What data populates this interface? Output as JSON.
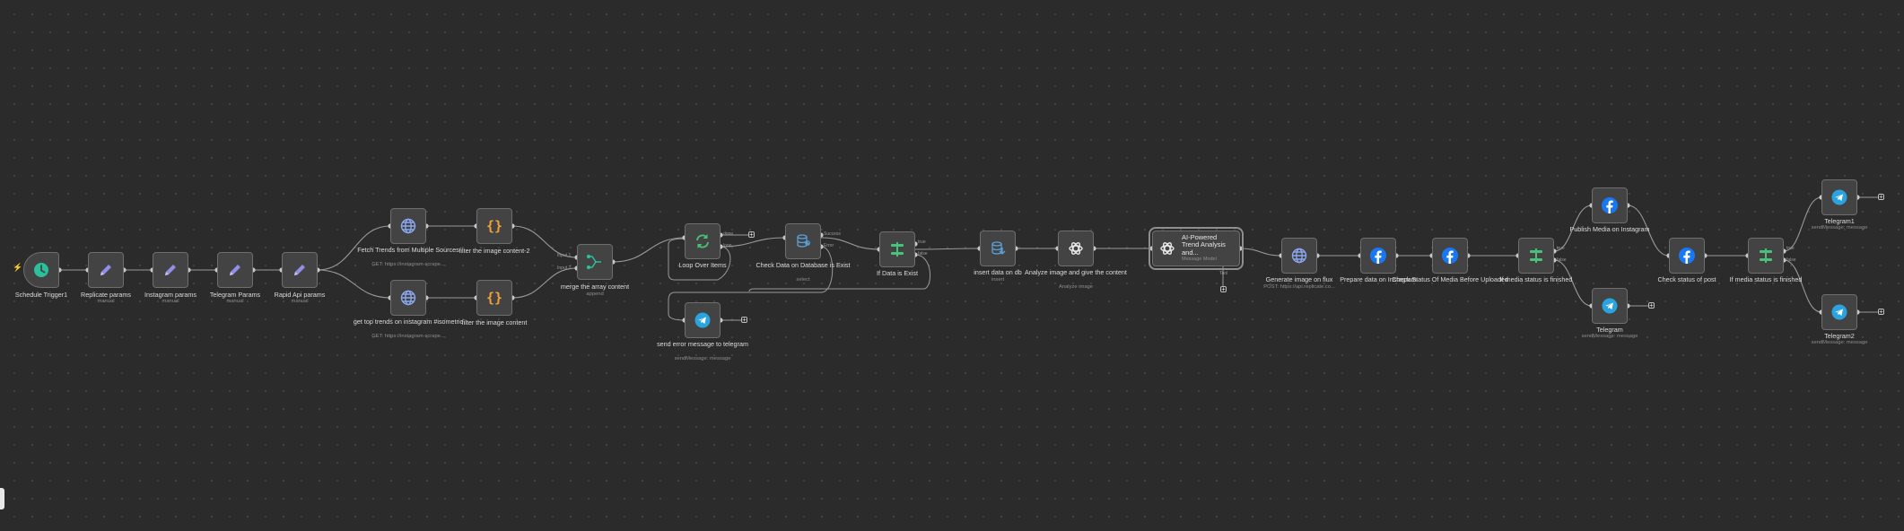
{
  "canvas": {
    "background": "#2b2b2b",
    "dot_color": "#474747"
  },
  "nodes": {
    "schedule_trigger": {
      "title": "Schedule Trigger1",
      "icon": "clock-icon"
    },
    "replicate_params": {
      "title": "Replicate params",
      "subtitle": "manual",
      "icon": "pencil-icon"
    },
    "instagram_params": {
      "title": "Instagram params",
      "subtitle": "manual",
      "icon": "pencil-icon"
    },
    "telegram_params": {
      "title": "Telegram Params",
      "subtitle": "manual",
      "icon": "pencil-icon"
    },
    "rapid_api_params": {
      "title": "Rapid Api params",
      "subtitle": "manual",
      "icon": "pencil-icon"
    },
    "fetch_trends": {
      "title": "Fetch Trends from Multiple Sources",
      "subtitle": "GET: https://instagram-scrape...",
      "icon": "globe-icon"
    },
    "get_top_trends": {
      "title": "get top trends on instagram #isometric",
      "subtitle": "GET: https://instagram-scrape...",
      "icon": "globe-icon"
    },
    "filter_image_content_2": {
      "title": "filter the image content-2",
      "icon": "braces-icon"
    },
    "filter_image_content": {
      "title": "filter the image content",
      "icon": "braces-icon"
    },
    "merge_array": {
      "title": "merge the array content",
      "subtitle": "append",
      "icon": "merge-icon",
      "input_labels": [
        "Input 1",
        "Input 2"
      ]
    },
    "loop_over_items": {
      "title": "Loop Over Items",
      "icon": "loop-icon",
      "output_labels": [
        "done",
        "loop"
      ]
    },
    "check_data": {
      "title": "Check Data on Database is Exist",
      "subtitle": "select",
      "icon": "database-icon",
      "output_labels": [
        "Success",
        "Error"
      ]
    },
    "if_data_exist": {
      "title": "If Data is Exist",
      "icon": "if-icon",
      "output_labels": [
        "true",
        "false"
      ]
    },
    "send_error": {
      "title": "send error message to telegram",
      "subtitle": "sendMessage: message",
      "icon": "telegram-icon"
    },
    "insert_data": {
      "title": "insert data on db",
      "subtitle": "insert",
      "icon": "database-icon"
    },
    "analyze_image": {
      "title": "Analyze image and give the content",
      "subtitle": "Analyze image",
      "icon": "openai-icon"
    },
    "ai_trend": {
      "title": "AI-Powered Trend Analysis and...",
      "subtitle": "Message Model",
      "icon": "openai-icon",
      "connector_label": "Tool"
    },
    "generate_image": {
      "title": "Generate image on flux",
      "subtitle": "POST: https://api.replicate.co...",
      "icon": "globe-icon"
    },
    "prepare_data": {
      "title": "Prepare data on Instagram",
      "icon": "facebook-icon"
    },
    "check_status_media": {
      "title": "Check Status Of Media Before Uploaded",
      "icon": "facebook-icon"
    },
    "if_media_1": {
      "title": "If media status is finished",
      "icon": "if-icon",
      "output_labels": [
        "true",
        "false"
      ]
    },
    "publish_media": {
      "title": "Publish Media on Instagram",
      "icon": "facebook-icon"
    },
    "telegram": {
      "title": "Telegram",
      "subtitle": "sendMessage: message",
      "icon": "telegram-icon"
    },
    "check_status_post": {
      "title": "Check status of post",
      "icon": "facebook-icon"
    },
    "if_media_2": {
      "title": "If media status is finished",
      "icon": "if-icon",
      "output_labels": [
        "true",
        "false"
      ]
    },
    "telegram1": {
      "title": "Telegram1",
      "subtitle": "sendMessage: message",
      "icon": "telegram-icon"
    },
    "telegram2": {
      "title": "Telegram2",
      "subtitle": "sendMessage: message",
      "icon": "telegram-icon"
    }
  },
  "colors": {
    "pencil": "#8f8fe6",
    "globe": "#8aa7f0",
    "braces": "#f0a23a",
    "teal": "#2bbf9a",
    "green": "#48c278",
    "facebook": "#1877f2",
    "telegram": "#2aa3de",
    "openai": "#e6e6e6",
    "wire": "#9a9a9a"
  }
}
